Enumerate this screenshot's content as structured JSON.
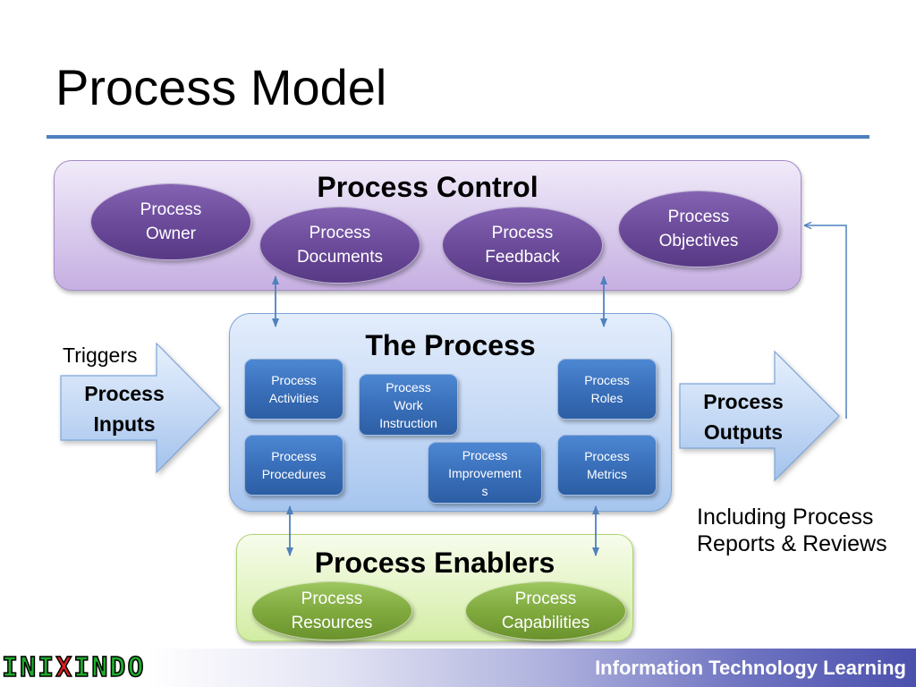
{
  "slide": {
    "title": "Process Model"
  },
  "colors": {
    "rule": "#4f81bd",
    "connector": "#4f81bd",
    "process_control": "#6b4a9a",
    "the_process": "#3a6fb8",
    "process_enablers": "#7ea83a",
    "footer": "#4b50ad"
  },
  "process_control": {
    "title": "Process Control",
    "items": [
      "Process Owner",
      "Process Documents",
      "Process Feedback",
      "Process Objectives"
    ]
  },
  "the_process": {
    "title": "The Process",
    "items": [
      "Process Activities",
      "Process Work Instruction",
      "Process Roles",
      "Process Procedures",
      "Process Improvements",
      "Process Metrics"
    ]
  },
  "process_enablers": {
    "title": "Process Enablers",
    "items": [
      "Process Resources",
      "Process Capabilities"
    ]
  },
  "inputs": {
    "annotation": "Triggers",
    "label": "Process Inputs"
  },
  "outputs": {
    "label": "Process Outputs",
    "note": "Including Process Reports & Reviews"
  },
  "footer": {
    "tagline": "Information Technology Learning",
    "logo_text": "INIXINDO"
  }
}
